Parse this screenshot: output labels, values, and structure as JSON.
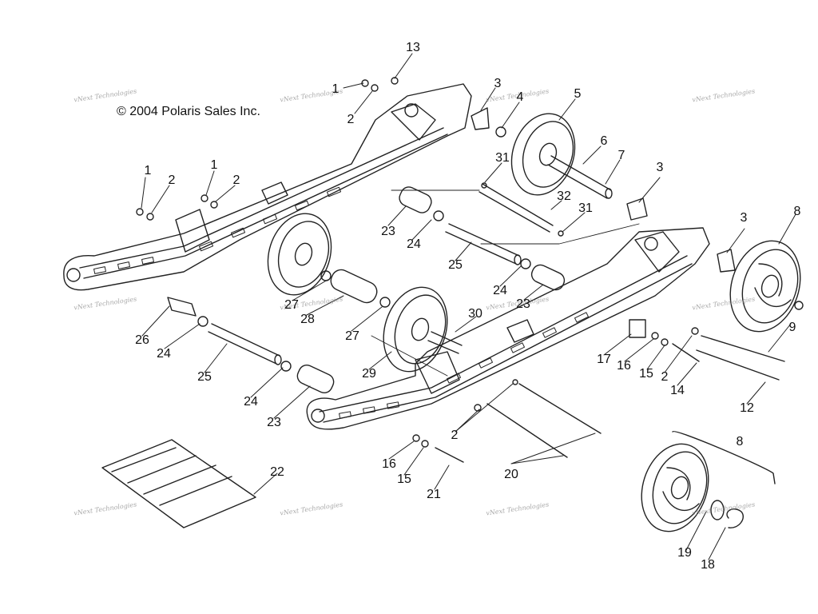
{
  "copyright": "© 2004 Polaris Sales Inc.",
  "watermark_text": "vNext Technologies",
  "callouts": [
    "1",
    "2",
    "3",
    "4",
    "5",
    "6",
    "7",
    "8",
    "9",
    "12",
    "13",
    "14",
    "15",
    "16",
    "17",
    "18",
    "19",
    "20",
    "21",
    "22",
    "23",
    "24",
    "25",
    "26",
    "27",
    "28",
    "29",
    "30",
    "31",
    "32"
  ],
  "line_color": "#222222"
}
